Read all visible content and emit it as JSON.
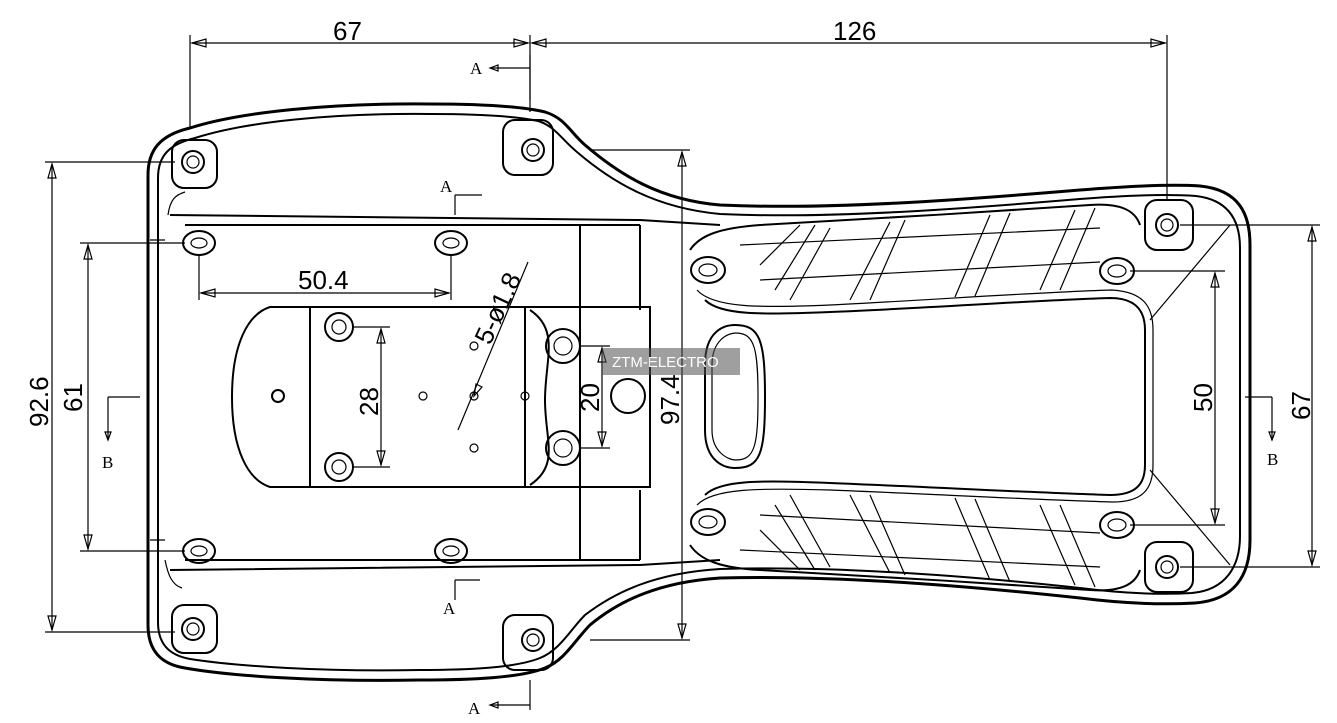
{
  "dimensions": {
    "top_left": "67",
    "top_right": "126",
    "left_outer": "92.6",
    "left_inner": "61",
    "hole_spacing": "50.4",
    "holes_callout": "5-ø1.8",
    "plate_28": "28",
    "plate_20": "20",
    "height_974": "97.4",
    "right_50": "50",
    "right_67": "67"
  },
  "section_labels": {
    "a1": "A",
    "a2": "A",
    "a3": "A",
    "a4": "A",
    "b_left": "B",
    "b_right": "B"
  },
  "watermark": "ZTM-ELECTRO"
}
